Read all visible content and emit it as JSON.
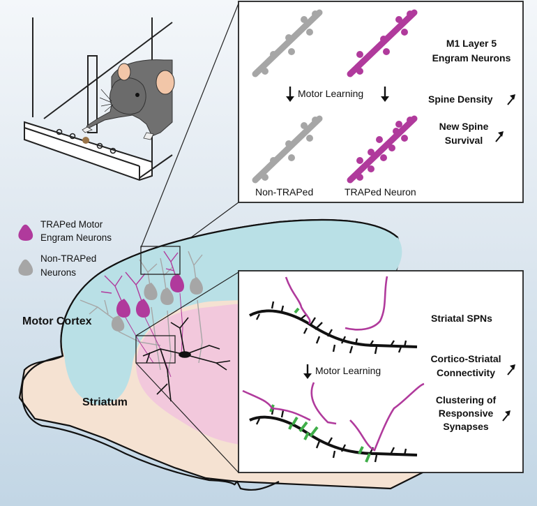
{
  "colors": {
    "background_top": "#f4f7fa",
    "background_bottom": "#c2d6e5",
    "traped_magenta": "#b03a9c",
    "non_traped_gray": "#a6a6a6",
    "cortex_blue": "#b9e0e6",
    "striatum_pink": "#f2c8dc",
    "brain_peach": "#f5e2d2",
    "synapse_green": "#3fae49",
    "spn_black": "#111111"
  },
  "legend": {
    "items": [
      {
        "label_line1": "TRAPed Motor",
        "label_line2": "Engram Neurons",
        "icon": "magenta-neuron-soma-icon"
      },
      {
        "label_line1": "Non-TRAPed",
        "label_line2": "Neurons",
        "icon": "gray-neuron-soma-icon"
      }
    ]
  },
  "brain": {
    "motor_cortex_label": "Motor Cortex",
    "striatum_label": "Striatum"
  },
  "top_panel": {
    "title_line1": "M1 Layer 5",
    "title_line2": "Engram Neurons",
    "motor_learning_label": "Motor Learning",
    "non_traped_label": "Non-TRAPed",
    "traped_label": "TRAPed Neuron",
    "effects": [
      {
        "line1": "Spine Density",
        "line2": "",
        "direction": "up-right-arrow"
      },
      {
        "line1": "New Spine",
        "line2": "Survival",
        "direction": "up-right-arrow"
      }
    ]
  },
  "bottom_panel": {
    "title": "Striatal SPNs",
    "motor_learning_label": "Motor Learning",
    "effects": [
      {
        "line1": "Cortico-Striatal",
        "line2": "Connectivity",
        "line3": "",
        "direction": "up-right-arrow"
      },
      {
        "line1": "Clustering of",
        "line2": "Responsive",
        "line3": "Synapses",
        "direction": "up-right-arrow"
      }
    ]
  }
}
